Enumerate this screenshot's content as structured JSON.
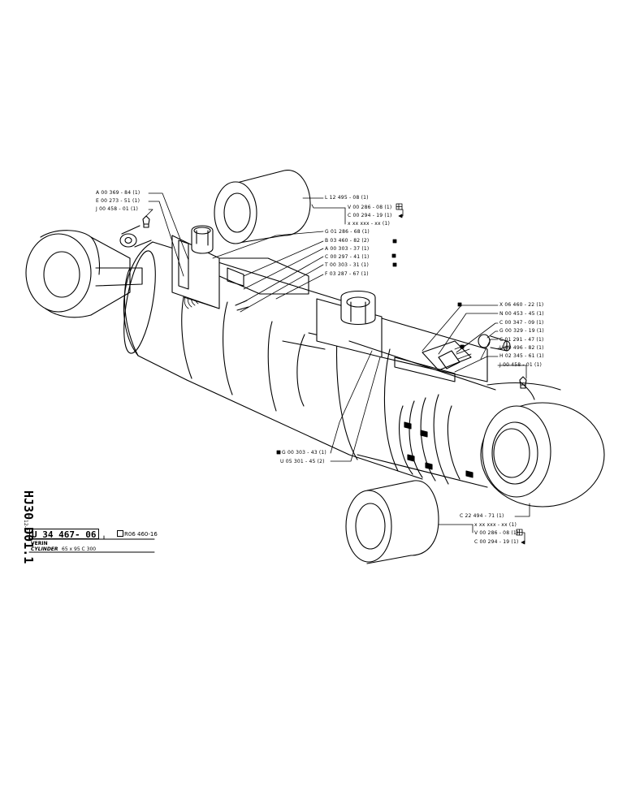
{
  "sheet": {
    "code_vertical": "HJ30 D01.1",
    "date": "12-77",
    "part_number": "U 34 467- 06",
    "reference": "R06 460-16",
    "name_fr": "VERIN",
    "name_en": "CYLINDER",
    "dimensions": "65 x 95   C 300"
  },
  "callouts_top_left": [
    {
      "text": "A 00 369 - 84 (1)"
    },
    {
      "text": "E 00 273 - 51 (1)"
    },
    {
      "text": "J 00 458 - 01 (1)"
    }
  ],
  "callouts_top_right": [
    {
      "text": "L 12 495 - 08 (1)"
    },
    {
      "text": "V 00 286 - 08 (1)"
    },
    {
      "text": "C 00 294 - 19 (1)"
    },
    {
      "text": "x xx xxx - xx (1)"
    }
  ],
  "callouts_mid": [
    {
      "text": "G 01 286 - 68 (1)"
    },
    {
      "text": "B 03 460 - 82 (2)"
    },
    {
      "text": "A 00 303 - 37 (1)"
    },
    {
      "text": "C 00 297 - 41 (1)"
    },
    {
      "text": "T 00 303 - 31 (1)"
    },
    {
      "text": "F 03 287 - 67 (1)"
    }
  ],
  "callouts_right": [
    {
      "text": "X 06 460 - 22 (1)"
    },
    {
      "text": "N 00 453 - 45 (1)"
    },
    {
      "text": "C 00 347 - 09 (1)"
    },
    {
      "text": "G 00 329 - 19 (1)"
    },
    {
      "text": "U 00 496 - 82 (1)"
    },
    {
      "text": "C 01 291 - 47 (1)"
    },
    {
      "text": "H 02 345 - 61 (1)"
    },
    {
      "text": "J 00 458 - 01 (1)"
    }
  ],
  "callouts_center": [
    {
      "text": "G 00 303 - 43 (1)"
    },
    {
      "text": "U 05 301 - 45 (2)"
    }
  ],
  "callouts_bottom_right": [
    {
      "text": "C 22 494 - 71 (1)"
    },
    {
      "text": "x xx xxx - xx (1)"
    },
    {
      "text": "V 00 286 - 08 (1)"
    },
    {
      "text": "C 00 294 - 19 (1)"
    }
  ]
}
